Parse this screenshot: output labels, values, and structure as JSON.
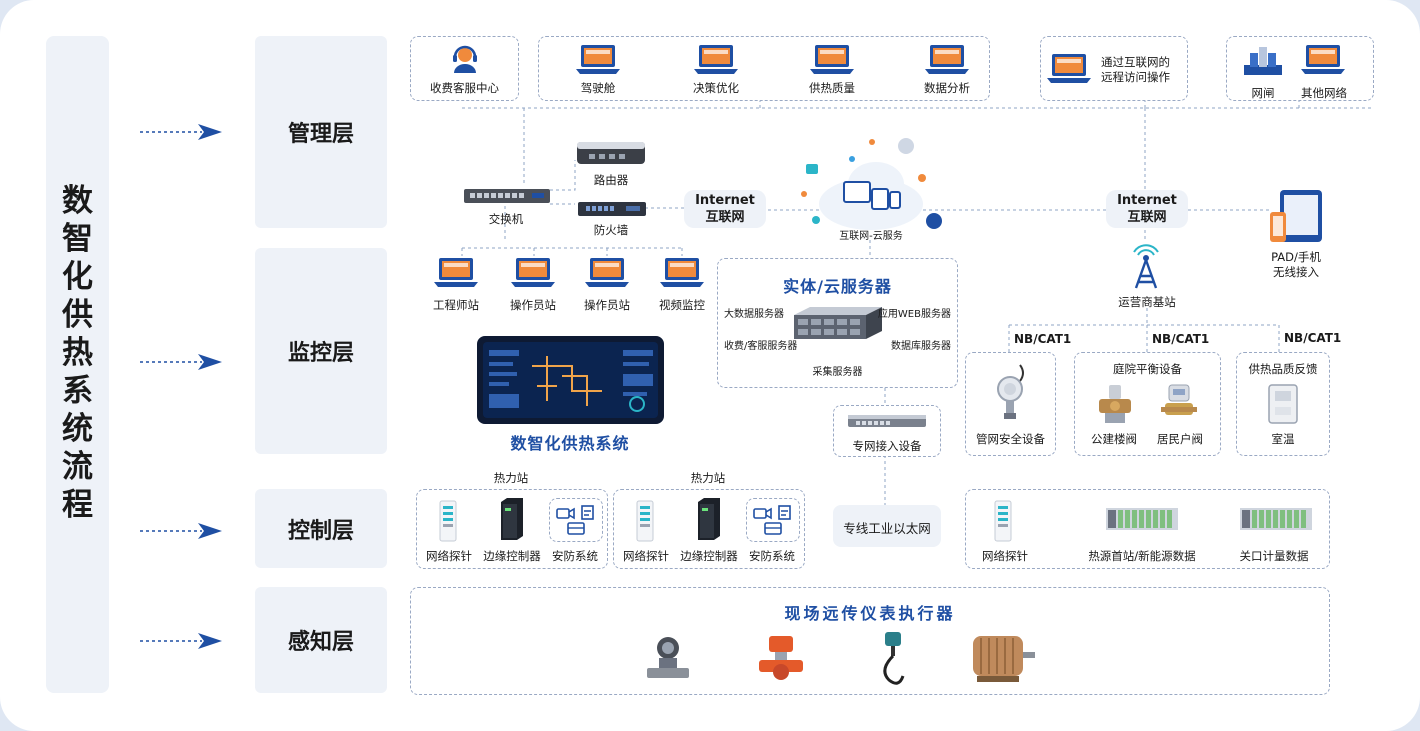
{
  "title": "数智化供热系统流程",
  "layers": {
    "management": "管理层",
    "monitoring": "监控层",
    "control": "控制层",
    "sensing": "感知层"
  },
  "management": {
    "customer_service": "收费客服中心",
    "cockpit": "驾驶舱",
    "decision": "决策优化",
    "quality": "供热质量",
    "analysis": "数据分析",
    "remote_line1": "通过互联网的",
    "remote_line2": "远程访问操作",
    "gateway": "网闸",
    "other_network": "其他网络"
  },
  "network": {
    "router": "路由器",
    "switch": "交换机",
    "firewall": "防火墙",
    "internet_en_1": "Internet",
    "internet_cn_1": "互联网",
    "cloud": "互联网-云服务",
    "internet_en_2": "Internet",
    "internet_cn_2": "互联网",
    "pad_line1": "PAD/手机",
    "pad_line2": "无线接入",
    "base_station": "运营商基站"
  },
  "monitoring": {
    "engineer": "工程师站",
    "operator1": "操作员站",
    "operator2": "操作员站",
    "video": "视频监控",
    "system_name": "数智化供热系统"
  },
  "servers": {
    "title": "实体/云服务器",
    "bigdata": "大数据服务器",
    "web": "应用WEB服务器",
    "billing": "收费/客服服务器",
    "database": "数据库服务器",
    "collect": "采集服务器",
    "private_access": "专网接入设备",
    "industrial_ethernet": "专线工业以太网"
  },
  "iot": {
    "nb1": "NB/CAT1",
    "nb2": "NB/CAT1",
    "nb3": "NB/CAT1",
    "pipe_safety": "管网安全设备",
    "yard_balance": "庭院平衡设备",
    "public_valve": "公建楼阀",
    "home_valve": "居民户阀",
    "quality_feedback": "供热品质反馈",
    "room_temp": "室温"
  },
  "control": {
    "station1": "热力站",
    "station2": "热力站",
    "probe1": "网络探针",
    "edge1": "边缘控制器",
    "security1": "安防系统",
    "probe2": "网络探针",
    "edge2": "边缘控制器",
    "security2": "安防系统",
    "probe3": "网络探针",
    "heat_source": "热源首站/新能源数据",
    "boundary": "关口计量数据"
  },
  "sensing": {
    "title": "现场远传仪表执行器"
  },
  "colors": {
    "accent": "#1f4fa3",
    "screen_orange": "#f08a3c",
    "panel": "#eef2f8",
    "dashed": "#9aa9c4"
  }
}
